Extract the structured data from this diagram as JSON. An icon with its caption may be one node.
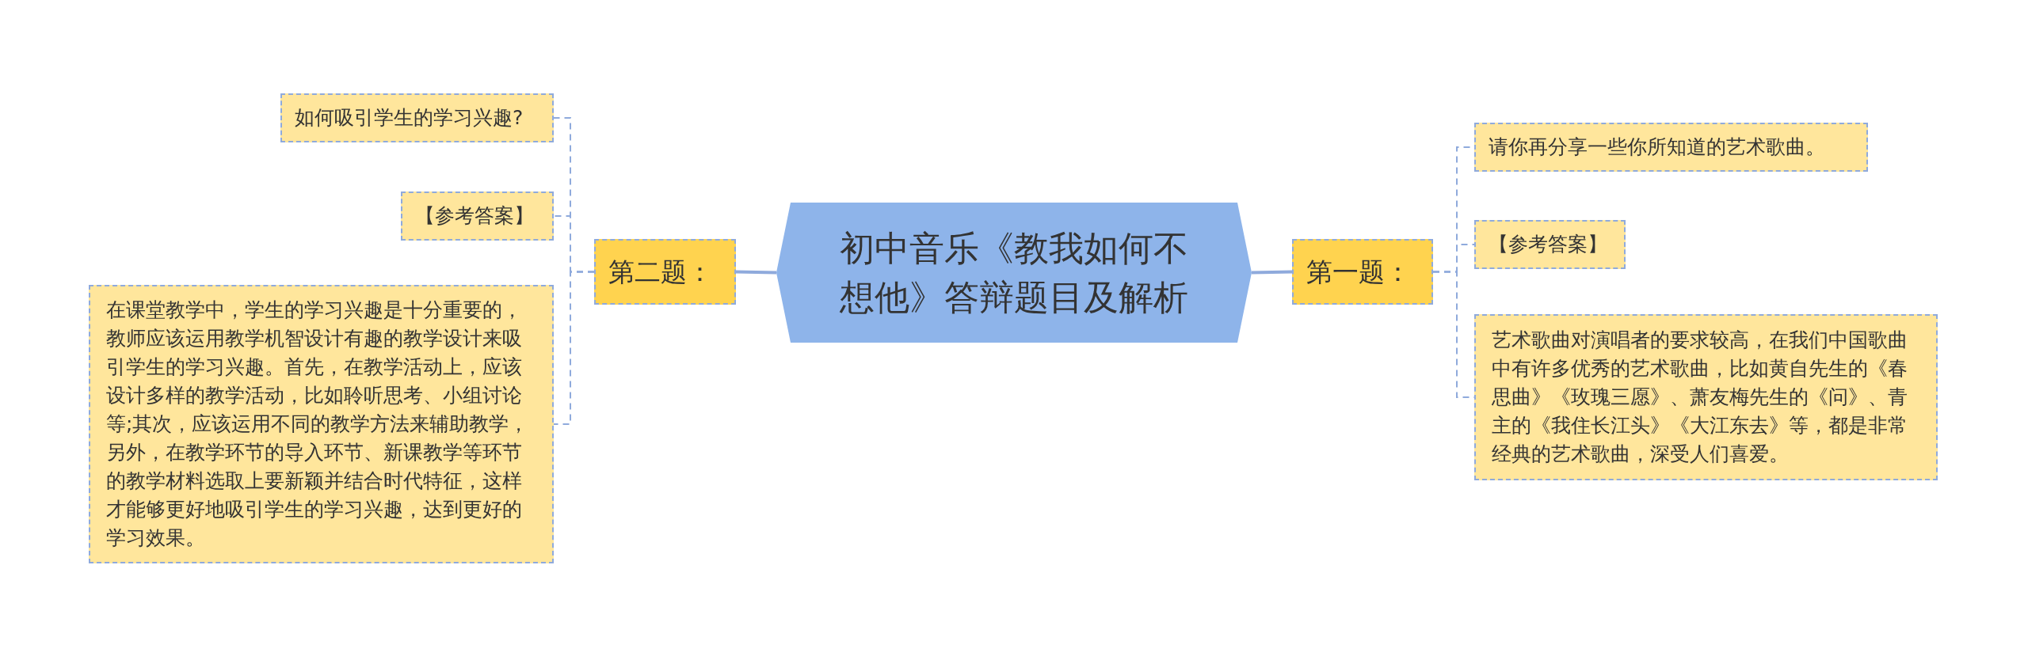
{
  "diagram": {
    "nodes": [
      {
        "text": [
          "初中音乐《教我如何不想他》答辩题目及解析"
        ]
      },
      {
        "text": [
          "第二题："
        ]
      },
      {
        "text": [
          "如何吸引学生的学习兴趣?"
        ]
      },
      {
        "text": [
          "【参考答案】"
        ]
      },
      {
        "text": [
          "在课堂教学中，学生的学习兴趣是十分重要的，教师应该运用教学机智设计有趣的教学设计来吸引学生的学习兴趣。首先，在教学活动上，应该设计多样的教学活动，比如聆听思考、小组讨论等;其次，应该运用不同的教学方法来辅助教学，另外，在教学环节的导入环节、新课教学等环节的教学材料选取上要新颖并结合时代特征，这样才能够更好地吸引学生的学习兴趣，达到更好的学习效果。"
        ]
      },
      {
        "text": [
          "第一题："
        ]
      },
      {
        "text": [
          "请你再分享一些你所知道的艺术歌曲。"
        ]
      },
      {
        "text": [
          "【参考答案】"
        ]
      },
      {
        "text": [
          "艺术歌曲对演唱者的要求较高，在我们中国歌曲中有许多优秀的艺术歌曲，比如黄自先生的《春思曲》《玫瑰三愿》、萧友梅先生的《问》、青主的《我住长江头》《大江东去》等，都是非常经典的艺术歌曲，深受人们喜爱。"
        ]
      }
    ],
    "edges": [
      {
        "from": 0,
        "to": 1,
        "arrow": "none"
      },
      {
        "from": 1,
        "to": 2,
        "arrow": "none",
        "style": "dashed"
      },
      {
        "from": 1,
        "to": 3,
        "arrow": "none",
        "style": "dashed"
      },
      {
        "from": 1,
        "to": 4,
        "arrow": "none",
        "style": "dashed"
      },
      {
        "from": 0,
        "to": 5,
        "arrow": "none"
      },
      {
        "from": 5,
        "to": 6,
        "arrow": "none",
        "style": "dashed"
      },
      {
        "from": 5,
        "to": 7,
        "arrow": "none",
        "style": "dashed"
      },
      {
        "from": 5,
        "to": 8,
        "arrow": "none",
        "style": "dashed"
      }
    ]
  }
}
